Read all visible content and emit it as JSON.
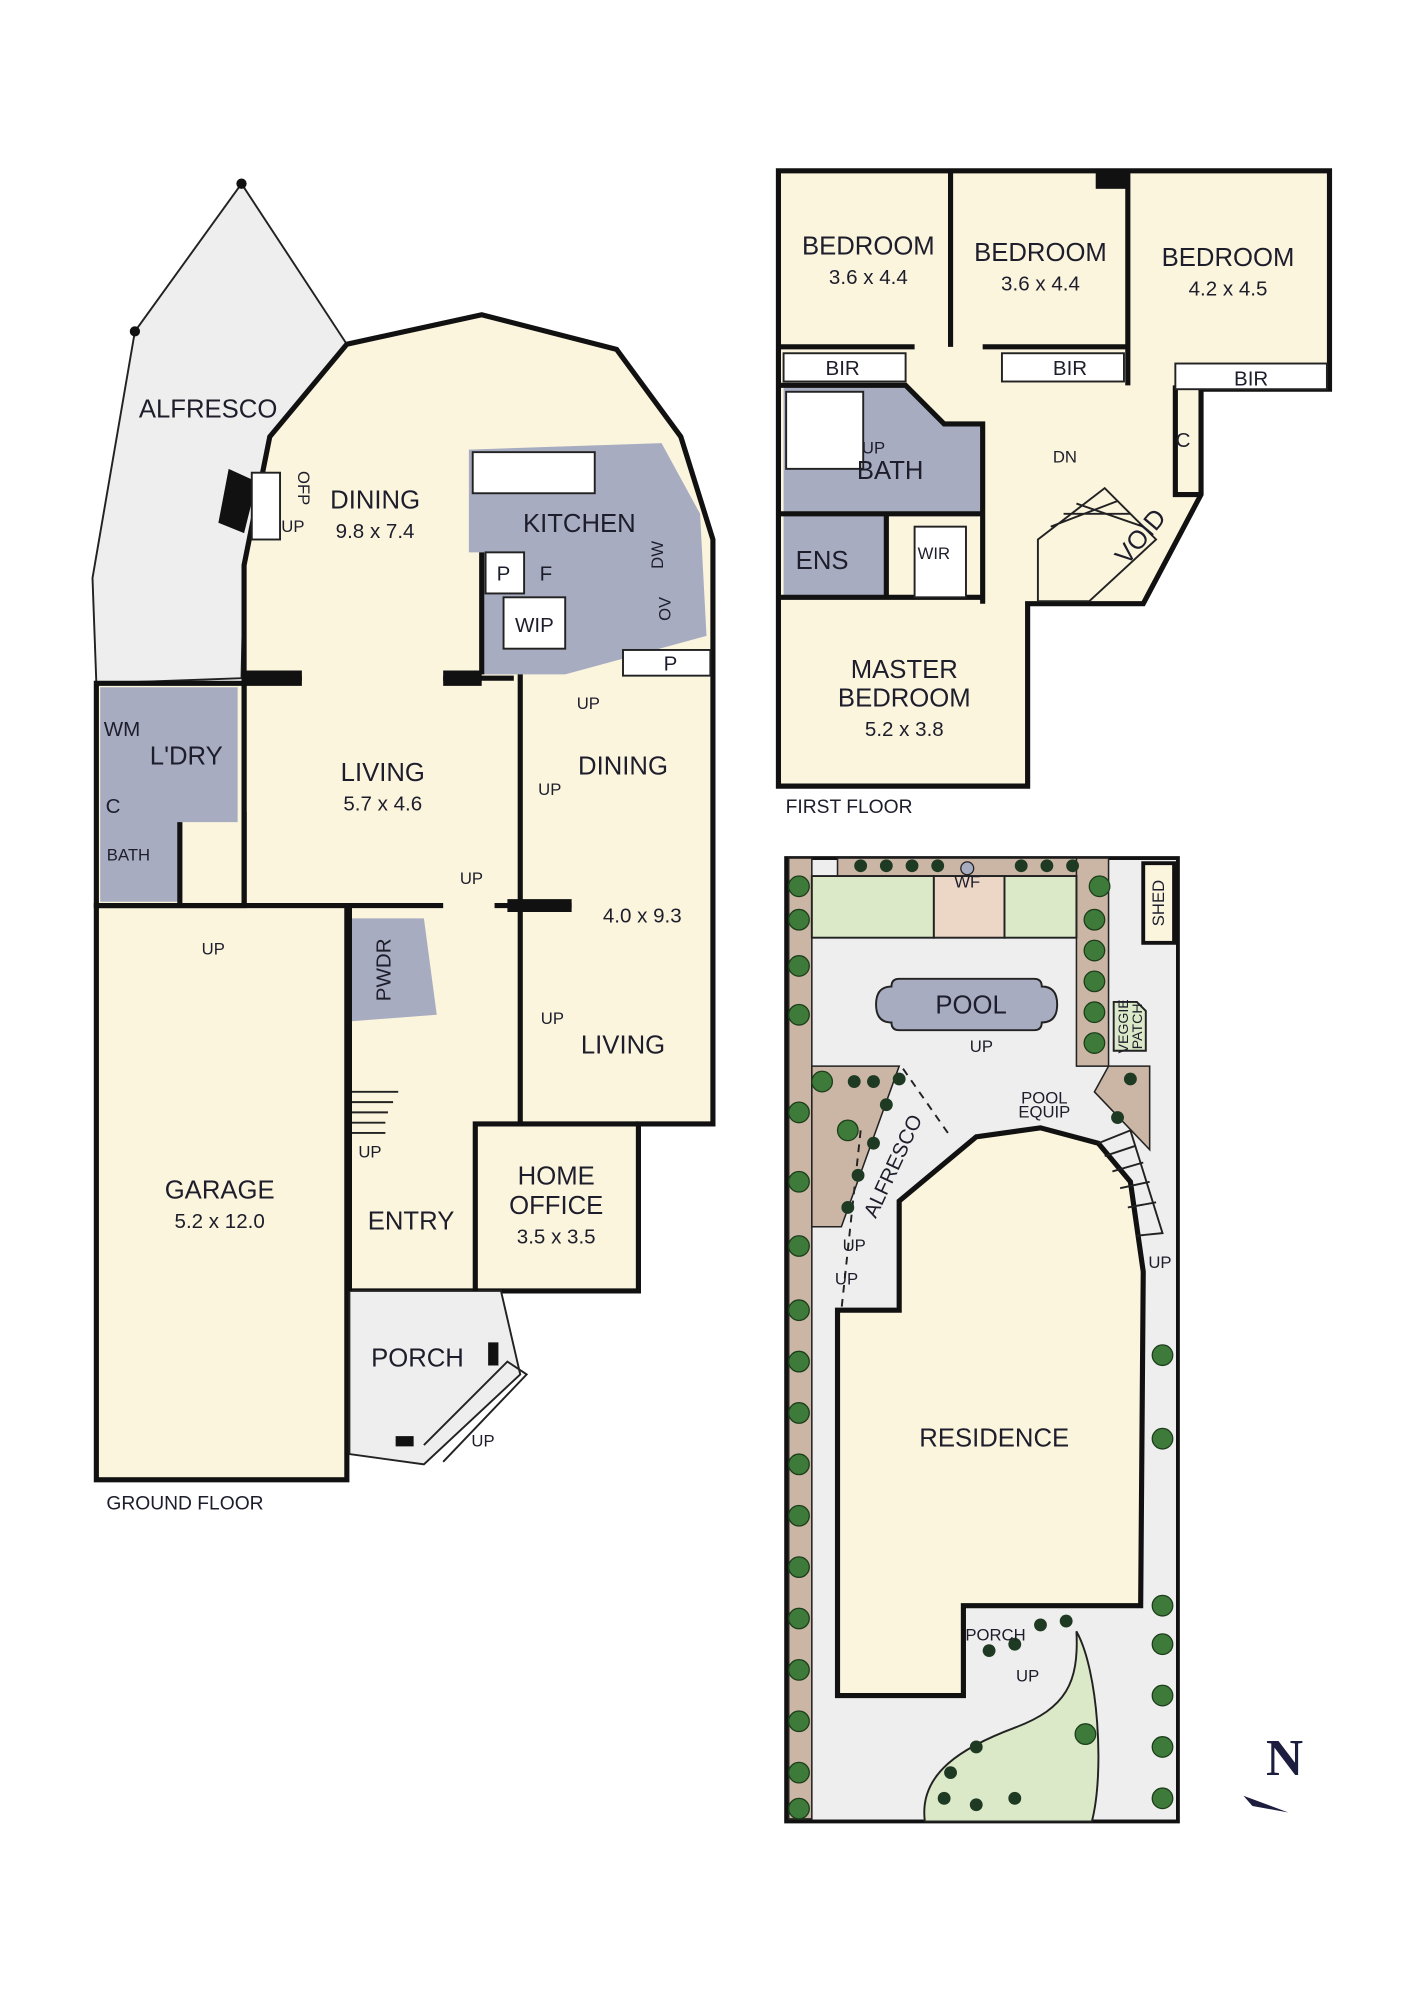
{
  "colors": {
    "room": "#fbf5de",
    "wet_area": "#a8acc1",
    "outdoor": "#eeeeee",
    "lawn": "#dbe9c8",
    "garden_bed": "#cbb6a6",
    "tree": "#3e7b3a",
    "walls": "#111111"
  },
  "ground_floor": {
    "caption": "GROUND FLOOR",
    "alfresco": "ALFRESCO",
    "ofp": "OFP",
    "dining1": {
      "name": "DINING",
      "size": "9.8 x 7.4"
    },
    "kitchen": "KITCHEN",
    "pantry": "P",
    "fridge": "F",
    "wip": "WIP",
    "dw": "DW",
    "ov": "OV",
    "pantry2": "P",
    "wm": "WM",
    "laundry": "L'DRY",
    "cupboard": "C",
    "bath": "BATH",
    "living1": {
      "name": "LIVING",
      "size": "5.7 x 4.6"
    },
    "dining2": "DINING",
    "living2": {
      "name": "LIVING",
      "size": "4.0 x 9.3"
    },
    "pwdr": "PWDR",
    "garage": {
      "name": "GARAGE",
      "size": "5.2 x 12.0"
    },
    "home_office": {
      "line1": "HOME",
      "line2": "OFFICE",
      "size": "3.5 x 3.5"
    },
    "entry": "ENTRY",
    "porch": "PORCH",
    "up": "UP"
  },
  "first_floor": {
    "caption": "FIRST FLOOR",
    "bedrooms": [
      {
        "name": "BEDROOM",
        "size": "3.6 x 4.4"
      },
      {
        "name": "BEDROOM",
        "size": "3.6 x 4.4"
      },
      {
        "name": "BEDROOM",
        "size": "4.2 x 4.5"
      }
    ],
    "bir": "BIR",
    "cupboard": "C",
    "bath": "BATH",
    "ens": "ENS",
    "wir": "WIR",
    "void": "VOID",
    "dn": "DN",
    "up": "UP",
    "master": {
      "line1": "MASTER",
      "line2": "BEDROOM",
      "size": "5.2 x 3.8"
    }
  },
  "site": {
    "shed": "SHED",
    "wf": "WF",
    "pool": "POOL",
    "veggie1": "VEGGIE",
    "veggie2": "PATCH",
    "pool_equip1": "POOL",
    "pool_equip2": "EQUIP",
    "alfresco": "ALFRESCO",
    "residence": "RESIDENCE",
    "porch": "PORCH",
    "up": "UP"
  },
  "north": {
    "label": "N",
    "icon": "north-arrow-icon"
  }
}
